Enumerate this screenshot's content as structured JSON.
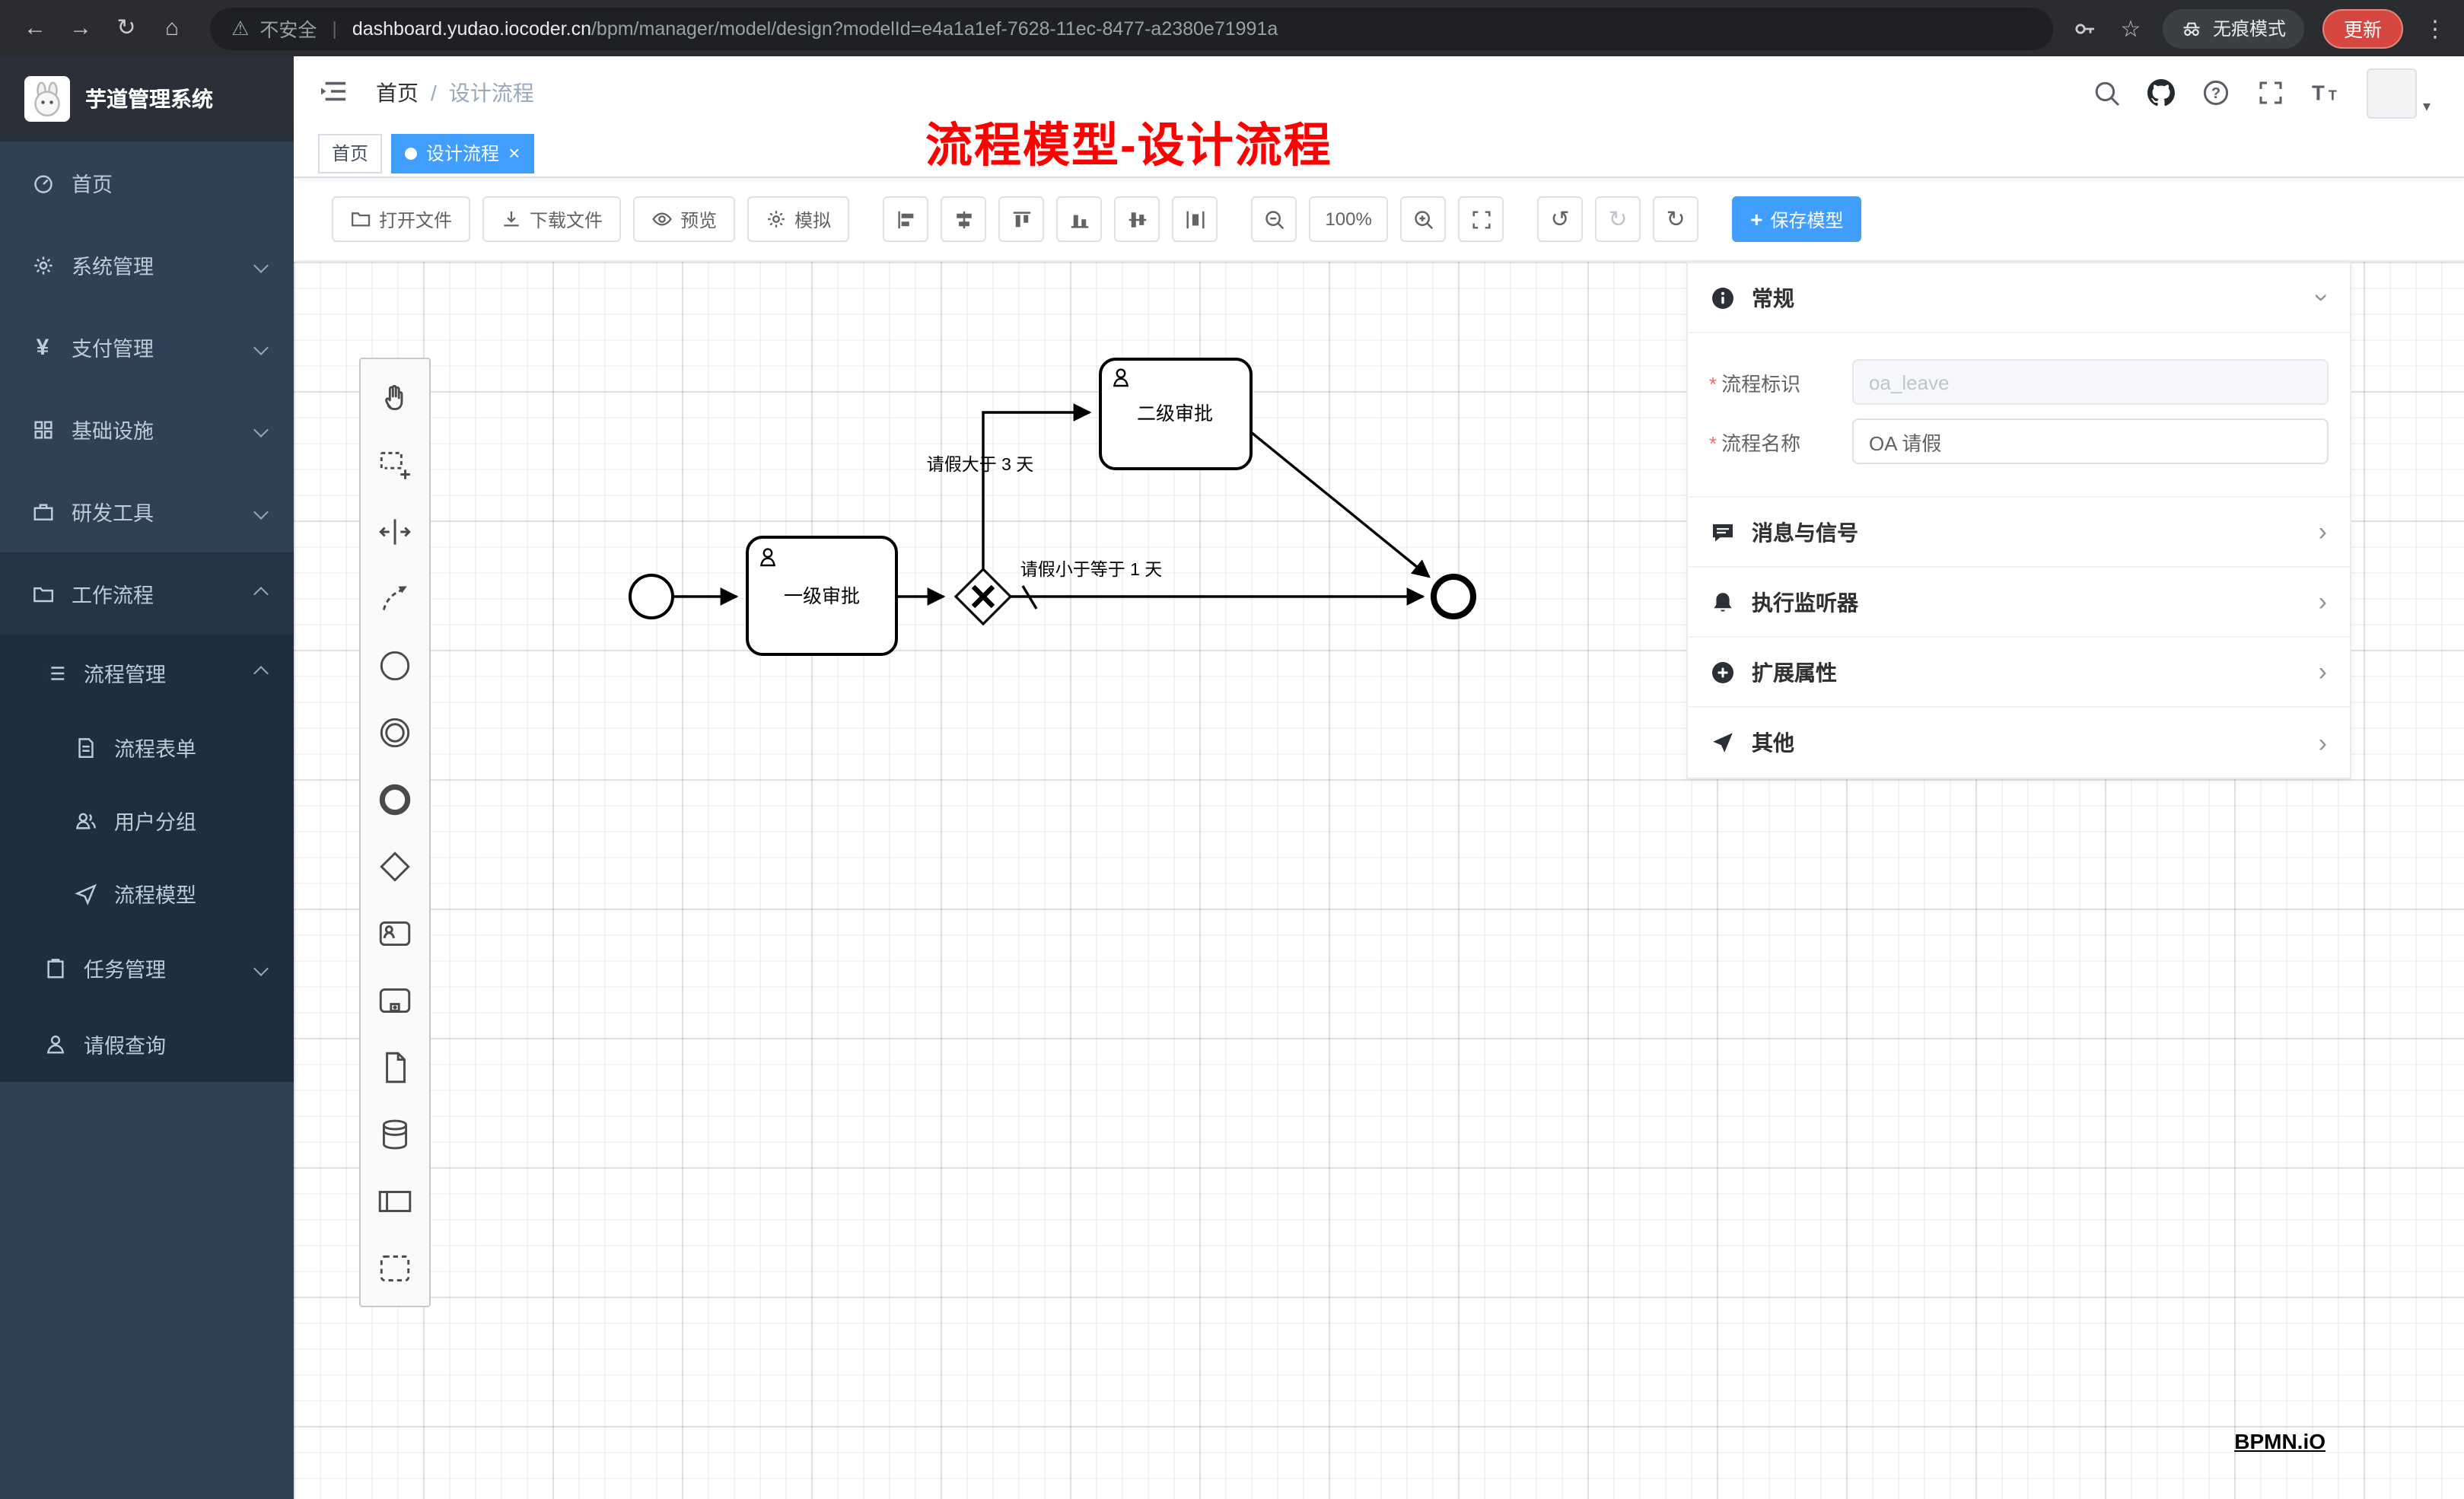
{
  "browser": {
    "security": "不安全",
    "url_host": "dashboard.yudao.iocoder.cn",
    "url_path": "/bpm/manager/model/design?modelId=e4a1a1ef-7628-11ec-8477-a2380e71991a",
    "incognito": "无痕模式",
    "update": "更新"
  },
  "sidebar": {
    "title": "芋道管理系统",
    "items": [
      {
        "label": "首页"
      },
      {
        "label": "系统管理"
      },
      {
        "label": "支付管理"
      },
      {
        "label": "基础设施"
      },
      {
        "label": "研发工具"
      },
      {
        "label": "工作流程"
      },
      {
        "label": "流程管理"
      },
      {
        "label": "流程表单"
      },
      {
        "label": "用户分组"
      },
      {
        "label": "流程模型"
      },
      {
        "label": "任务管理"
      },
      {
        "label": "请假查询"
      }
    ]
  },
  "header": {
    "breadcrumb_home": "首页",
    "breadcrumb_sep": "/",
    "breadcrumb_current": "设计流程",
    "annotation": "流程模型-设计流程"
  },
  "tabs": {
    "home": "首页",
    "design": "设计流程"
  },
  "toolbar": {
    "open": "打开文件",
    "download": "下载文件",
    "preview": "预览",
    "simulate": "模拟",
    "zoom_level": "100%",
    "save": "保存模型"
  },
  "panel": {
    "general_title": "常规",
    "key_label": "流程标识",
    "key_value": "oa_leave",
    "name_label": "流程名称",
    "name_value": "OA 请假",
    "sections": [
      {
        "label": "消息与信号"
      },
      {
        "label": "执行监听器"
      },
      {
        "label": "扩展属性"
      },
      {
        "label": "其他"
      }
    ]
  },
  "diagram": {
    "task1": "一级审批",
    "task2": "二级审批",
    "flow_gt": "请假大于 3 天",
    "flow_le": "请假小于等于 1 天"
  },
  "logo": "BPMN.iO",
  "colors": {
    "accent": "#409eff",
    "sidebar_bg": "#304156",
    "submenu_bg": "#1f2d3d",
    "annotation": "#ff0000",
    "update_button": "#d6473f"
  }
}
